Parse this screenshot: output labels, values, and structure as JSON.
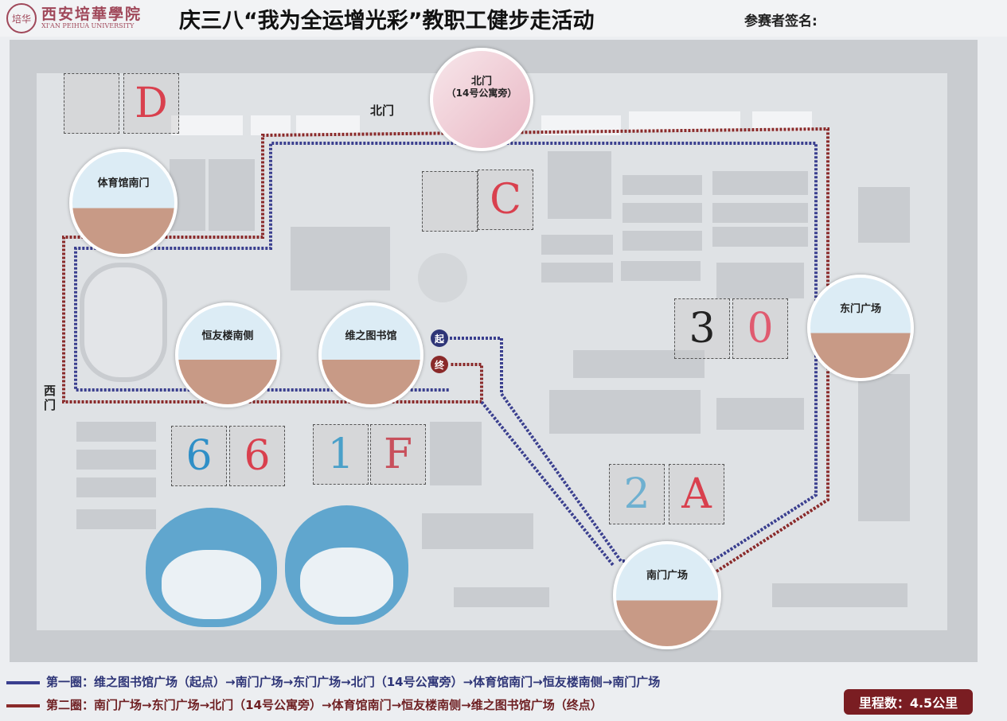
{
  "header": {
    "logo_text": "培华",
    "school_name": "西安培華學院",
    "school_name_en": "XI'AN PEIHUA UNIVERSITY",
    "title": "庆三八“我为全运增光彩”教职工健步走活动",
    "signature_label": "参赛者签名:"
  },
  "map": {
    "gate_labels": {
      "north": "北门",
      "west": "西门"
    },
    "checkpoints": [
      {
        "name": "北门",
        "sub": "（14号公寓旁）"
      },
      {
        "name": "体育馆南门"
      },
      {
        "name": "恒友楼南侧"
      },
      {
        "name": "维之图书馆"
      },
      {
        "name": "东门广场"
      },
      {
        "name": "南门广场"
      }
    ],
    "start_label": "起",
    "end_label": "终",
    "stamps": [
      "D",
      "C",
      "3",
      "0",
      "6",
      "6",
      "1",
      "F",
      "2",
      "A"
    ],
    "route_colors": {
      "lap1": "#3a3f8f",
      "lap2": "#8a2a2a"
    }
  },
  "legend": {
    "lap1": "第一圈：维之图书馆广场（起点）→南门广场→东门广场→北门（14号公寓旁）→体育馆南门→恒友楼南侧→南门广场",
    "lap2": "第二圈：南门广场→东门广场→北门（14号公寓旁）→体育馆南门→恒友楼南侧→维之图书馆广场（终点）"
  },
  "mileage": "里程数：4.5公里"
}
